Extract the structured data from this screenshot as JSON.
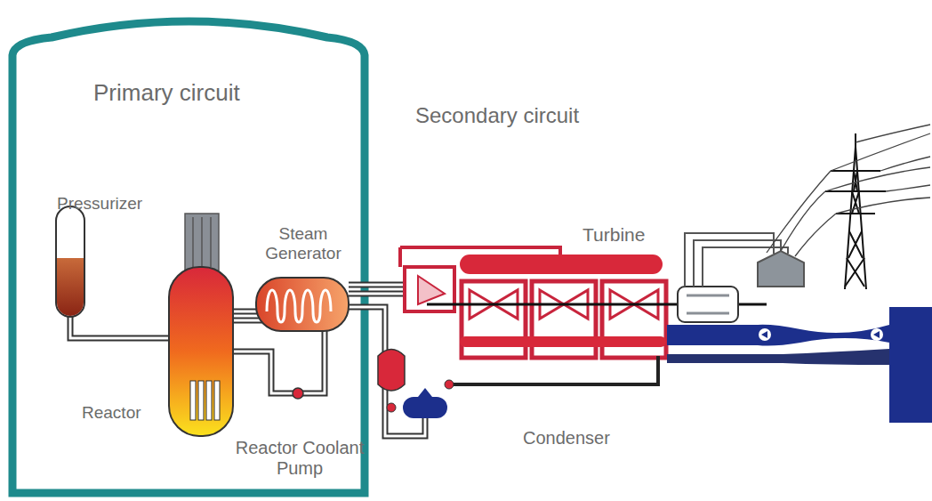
{
  "diagram": {
    "labels": [
      "Primary circuit",
      "Secondary circuit",
      "Pressurizer",
      "Steam Generator",
      "Reactor",
      "Reactor Coolant Pump",
      "Turbine",
      "Condenser"
    ]
  }
}
